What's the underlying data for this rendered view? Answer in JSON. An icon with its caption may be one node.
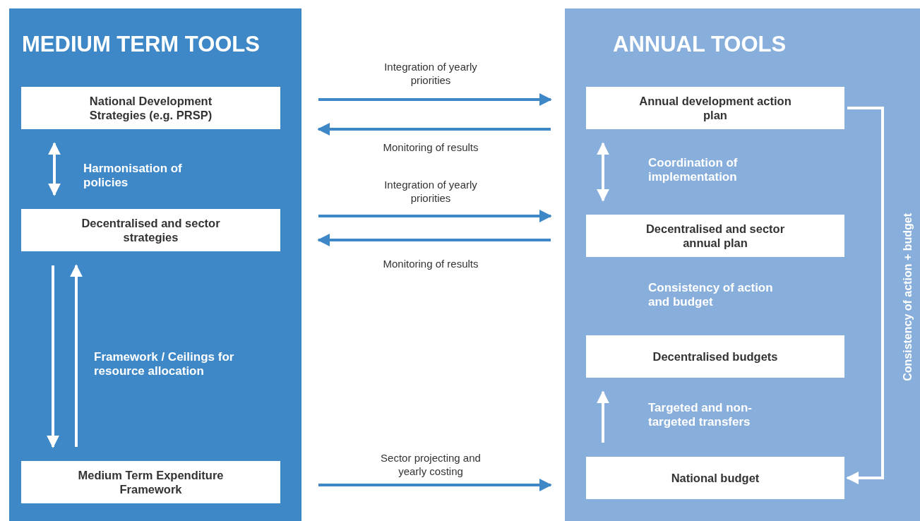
{
  "diagram": {
    "nodes": [
      {
        "text": [
          "MEDIUM TERM TOOLS"
        ]
      },
      {
        "text": [
          "National Development Strategies (e.g. PRSP)"
        ],
        "in": 0
      },
      {
        "text": [
          "Decentralised and sector strategies"
        ],
        "in": 0
      },
      {
        "text": [
          "Medium Term Expenditure Framework"
        ],
        "in": 0
      },
      {
        "text": [
          "ANNUAL TOOLS"
        ]
      },
      {
        "text": [
          "Annual development action plan"
        ],
        "in": 4
      },
      {
        "text": [
          "Decentralised and sector annual plan"
        ],
        "in": 4
      },
      {
        "text": [
          "Decentralised budgets"
        ],
        "in": 4
      },
      {
        "text": [
          "National budget"
        ],
        "in": 4
      }
    ],
    "edges": [
      {
        "from": 1,
        "to": 2,
        "arrow": "both",
        "label": "Harmonisation of policies"
      },
      {
        "from": 2,
        "to": 3,
        "arrow": "to"
      },
      {
        "from": 3,
        "to": 2,
        "arrow": "to",
        "label": "Framework / Ceilings for resource allocation"
      },
      {
        "from": 1,
        "to": 5,
        "arrow": "to",
        "label": "Integration of yearly priorities",
        "color": "#3f88c8"
      },
      {
        "from": 5,
        "to": 1,
        "arrow": "to",
        "label": "Monitoring of results",
        "color": "#3f88c8"
      },
      {
        "from": 2,
        "to": 6,
        "arrow": "to",
        "label": "Integration of yearly priorities",
        "color": "#3f88c8"
      },
      {
        "from": 6,
        "to": 2,
        "arrow": "to",
        "label": "Monitoring of results",
        "color": "#3f88c8"
      },
      {
        "from": 3,
        "to": 8,
        "arrow": "to",
        "label": "Sector projecting and yearly costing",
        "color": "#3f88c8"
      },
      {
        "from": 5,
        "to": 6,
        "arrow": "both",
        "label": "Coordination of implementation"
      },
      {
        "from": 8,
        "to": 7,
        "arrow": "to",
        "label": "Targeted and non-targeted transfers"
      },
      {
        "from": 5,
        "to": 8,
        "arrow": "to",
        "label": "Consistency of action + budget"
      }
    ],
    "labels": [
      "Consistency of action and budget"
    ]
  }
}
